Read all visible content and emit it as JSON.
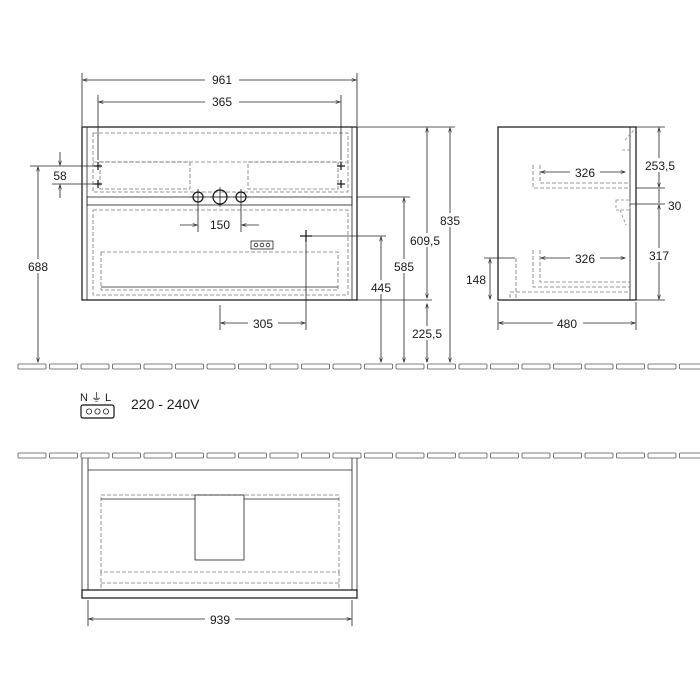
{
  "front_view": {
    "width_total": "961",
    "mount_spacing": "365",
    "mount_offset": "58",
    "mount_height": "688",
    "tap_spacing": "150",
    "socket_offset": "305",
    "drain_height": "445",
    "socket_height": "585",
    "top_frame_height": "609,5",
    "total_height": "835",
    "bottom_offset": "225,5"
  },
  "side_view": {
    "depth": "480",
    "upper_drawer_depth": "326",
    "lower_drawer_depth": "326",
    "top_dim": "253,5",
    "gap_dim": "30",
    "lower_dim": "317",
    "bottom_dim": "148"
  },
  "electrical": {
    "terminals": "N ⏚ L",
    "voltage": "220 - 240V"
  },
  "plan_view": {
    "inner_width": "939"
  }
}
